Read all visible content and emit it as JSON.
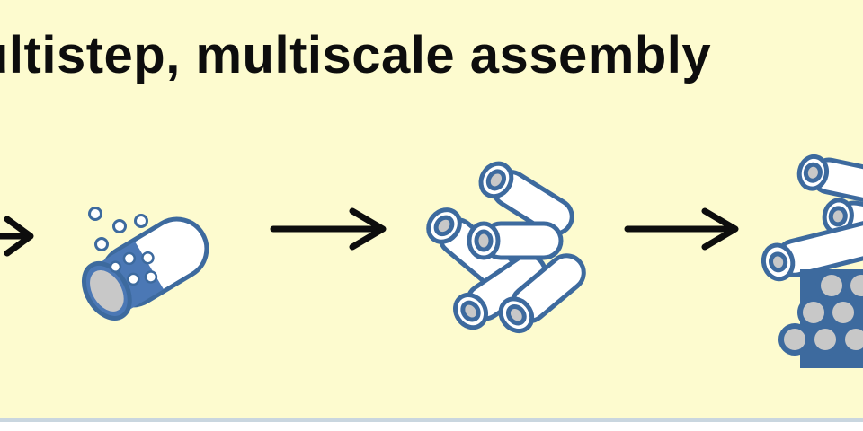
{
  "diagram": {
    "title": "ultistep, multiscale assembly",
    "background": "#fdfbcf",
    "stroke_color": "#3d6a9e",
    "arrow_color": "#0d0d0d",
    "stages": [
      {
        "name": "filling-tube",
        "icon": "tube-with-particles-icon"
      },
      {
        "name": "tube-cluster",
        "icon": "tube-cluster-icon"
      },
      {
        "name": "tube-bundle",
        "icon": "tube-bundle-icon"
      }
    ],
    "arrows": [
      "arrow-partial",
      "arrow-1",
      "arrow-2"
    ]
  }
}
